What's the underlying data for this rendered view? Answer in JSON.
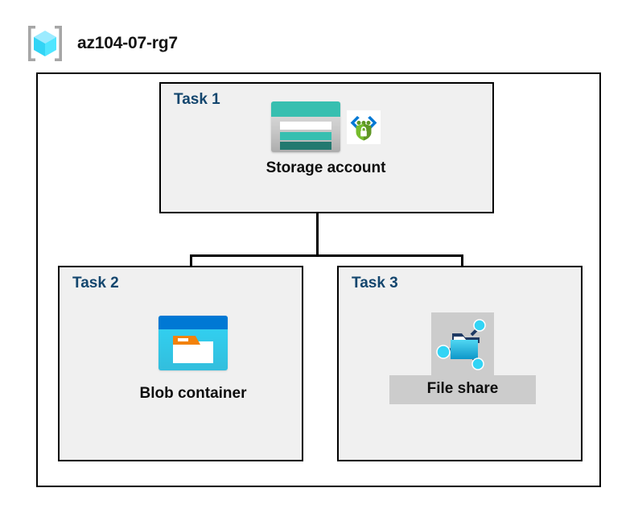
{
  "diagram": {
    "resource_group": {
      "name": "az104-07-rg7",
      "icon": "resource-group-cube-icon"
    },
    "tasks": [
      {
        "id": "task1",
        "label": "Task 1",
        "node": {
          "caption": "Storage account",
          "icons": [
            "storage-account-icon",
            "private-endpoint-icon"
          ]
        }
      },
      {
        "id": "task2",
        "label": "Task 2",
        "node": {
          "caption": "Blob container",
          "icons": [
            "blob-container-icon"
          ]
        }
      },
      {
        "id": "task3",
        "label": "Task 3",
        "node": {
          "caption": "File share",
          "icons": [
            "file-share-icon"
          ]
        }
      }
    ],
    "connections": [
      {
        "from": "Storage account",
        "to": "Blob container"
      },
      {
        "from": "Storage account",
        "to": "File share"
      }
    ],
    "colors": {
      "task_label": "#13466E",
      "task_box_fill": "#F0F0F0",
      "boundary_stroke": "#000000",
      "storage_teal": "#37BFB0",
      "storage_teal_dark": "#22796F",
      "blob_blue": "#0078D4",
      "blob_cyan": "#32D4F5",
      "endpoint_green": "#5E9624",
      "endpoint_blue": "#0078D4",
      "fileshare_gray": "#CCCCCC",
      "cube_cyan": "#32D4F5"
    }
  }
}
